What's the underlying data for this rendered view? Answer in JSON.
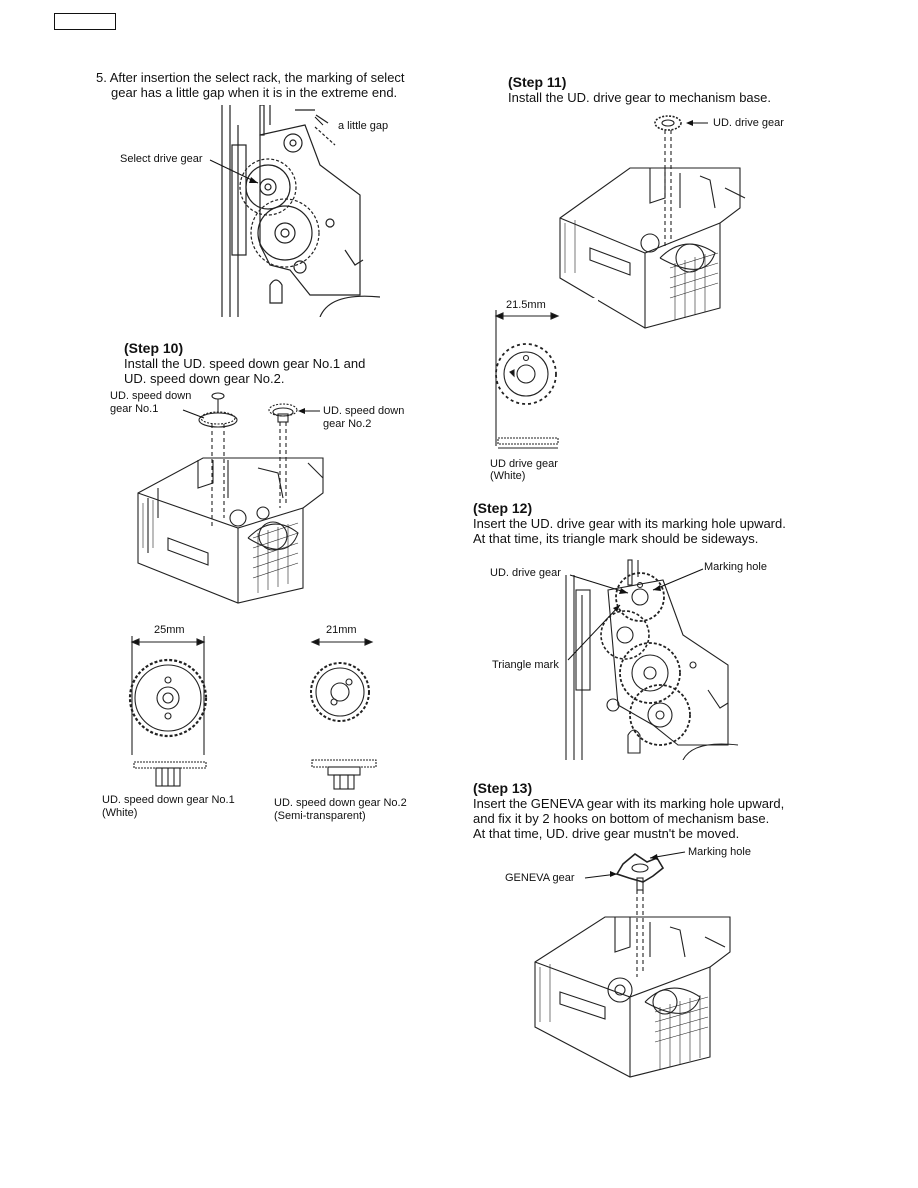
{
  "page": {
    "header_box": ""
  },
  "step5": {
    "text_line1": "5. After insertion the select rack, the marking of select",
    "text_line2": "gear has a little gap when it is in the extreme end.",
    "label_select_drive_gear": "Select drive gear",
    "label_little_gap": "a little gap"
  },
  "step10": {
    "heading": "(Step 10)",
    "text_line1": "Install the UD. speed down gear No.1 and",
    "text_line2": "UD. speed down gear No.2.",
    "label_gear1_line1": "UD. speed down",
    "label_gear1_line2": "gear No.1",
    "label_gear2_line1": "UD. speed down",
    "label_gear2_line2": "gear No.2",
    "dim_gear1": "25mm",
    "dim_gear2": "21mm",
    "caption_gear1_line1": "UD. speed down gear No.1",
    "caption_gear1_line2": "(White)",
    "caption_gear2_line1": "UD. speed down gear No.2",
    "caption_gear2_line2": "(Semi-transparent)"
  },
  "step11": {
    "heading": "(Step 11)",
    "text_line1": "Install the UD. drive gear to mechanism base.",
    "label_drive_gear": "UD. drive gear",
    "dim_drive_gear": "21.5mm",
    "caption_line1": "UD drive gear",
    "caption_line2": "(White)"
  },
  "step12": {
    "heading": "(Step 12)",
    "text_line1": "Insert the UD. drive gear with its marking hole upward.",
    "text_line2": "At that time, its triangle mark should be sideways.",
    "label_drive_gear": "UD. drive gear",
    "label_marking_hole": "Marking hole",
    "label_triangle_mark": "Triangle mark"
  },
  "step13": {
    "heading": "(Step 13)",
    "text_line1": "Insert the GENEVA gear with its marking hole upward,",
    "text_line2": "and fix it by 2 hooks on bottom of mechanism base.",
    "text_line3": "At that time, UD. drive gear mustn't be moved.",
    "label_marking_hole": "Marking hole",
    "label_geneva_gear": "GENEVA gear"
  }
}
